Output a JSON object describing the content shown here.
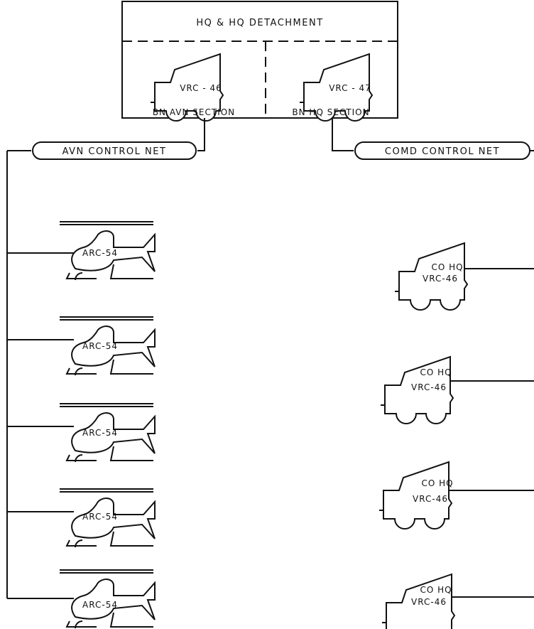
{
  "hq": {
    "title": "HQ & HQ DETACHMENT",
    "left_vehicle": "VRC - 46",
    "right_vehicle": "VRC - 47",
    "left_section": "BN AVN SECTION",
    "right_section": "BN HQ SECTION"
  },
  "nets": {
    "avn": "AVN CONTROL NET",
    "comd": "COMD CONTROL NET"
  },
  "helicopters": [
    {
      "radio": "ARC-54"
    },
    {
      "radio": "ARC-54"
    },
    {
      "radio": "ARC-54"
    },
    {
      "radio": "ARC-54"
    },
    {
      "radio": "ARC-54"
    }
  ],
  "company_vehicles": [
    {
      "unit": "CO HQ",
      "radio": "VRC-46"
    },
    {
      "unit": "CO HQ",
      "radio": "VRC-46"
    },
    {
      "unit": "CO HQ",
      "radio": "VRC-46"
    },
    {
      "unit": "CO HQ",
      "radio": "VRC-46"
    }
  ]
}
